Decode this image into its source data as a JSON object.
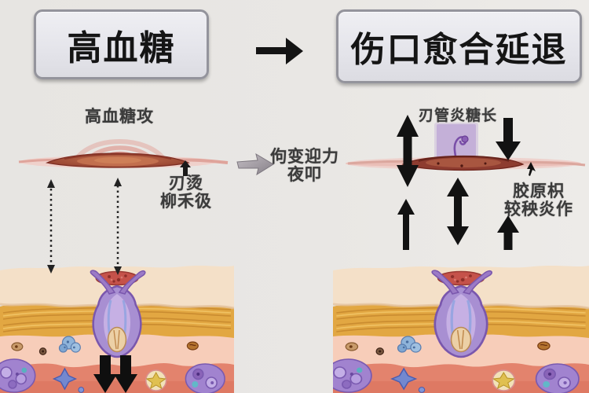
{
  "flow_header": {
    "cause_box": "高血糖",
    "effect_box": "伤口愈合延退"
  },
  "left_diagram": {
    "top_label": "高血糖攻",
    "wound_note": {
      "line1": "刃烫",
      "line2": "柳禾彶"
    }
  },
  "center_annotation": {
    "line1": "佝变迎力",
    "line2": "夜叩"
  },
  "right_diagram": {
    "top_label": "刃管炎糖长",
    "side_note": {
      "line1": "胶原枳",
      "line2": "较秧炎作"
    }
  },
  "icons": {
    "flow_arrow": "→",
    "gray_transition_arrow": "→",
    "dotted_double_arrow": "⇕",
    "up_arrow": "↑",
    "down_arrow": "↓",
    "double_arrow": "↕",
    "cursor_arrow": "↖"
  },
  "colors": {
    "background": "#e9e7e4",
    "box_fill": "#e8e8ec",
    "box_border": "#94949c",
    "ink_black": "#141414",
    "label_gray": "#3b3b3b",
    "wound_dark": "#8e3c30",
    "wound_mid": "#c3714f",
    "wound_pink": "#f0c8c2",
    "arc_red": "#dd978e",
    "skin_cream": "#f4e0c8",
    "skin_collagen_yellow": "#e2a742",
    "skin_pink": "#f7cdb9",
    "skin_deep_pink": "#e3836d",
    "follicle_purple": "#a88fd2",
    "sprout_panel_purple": "#b79dd3",
    "gray_arrow": "#a59fa5"
  }
}
